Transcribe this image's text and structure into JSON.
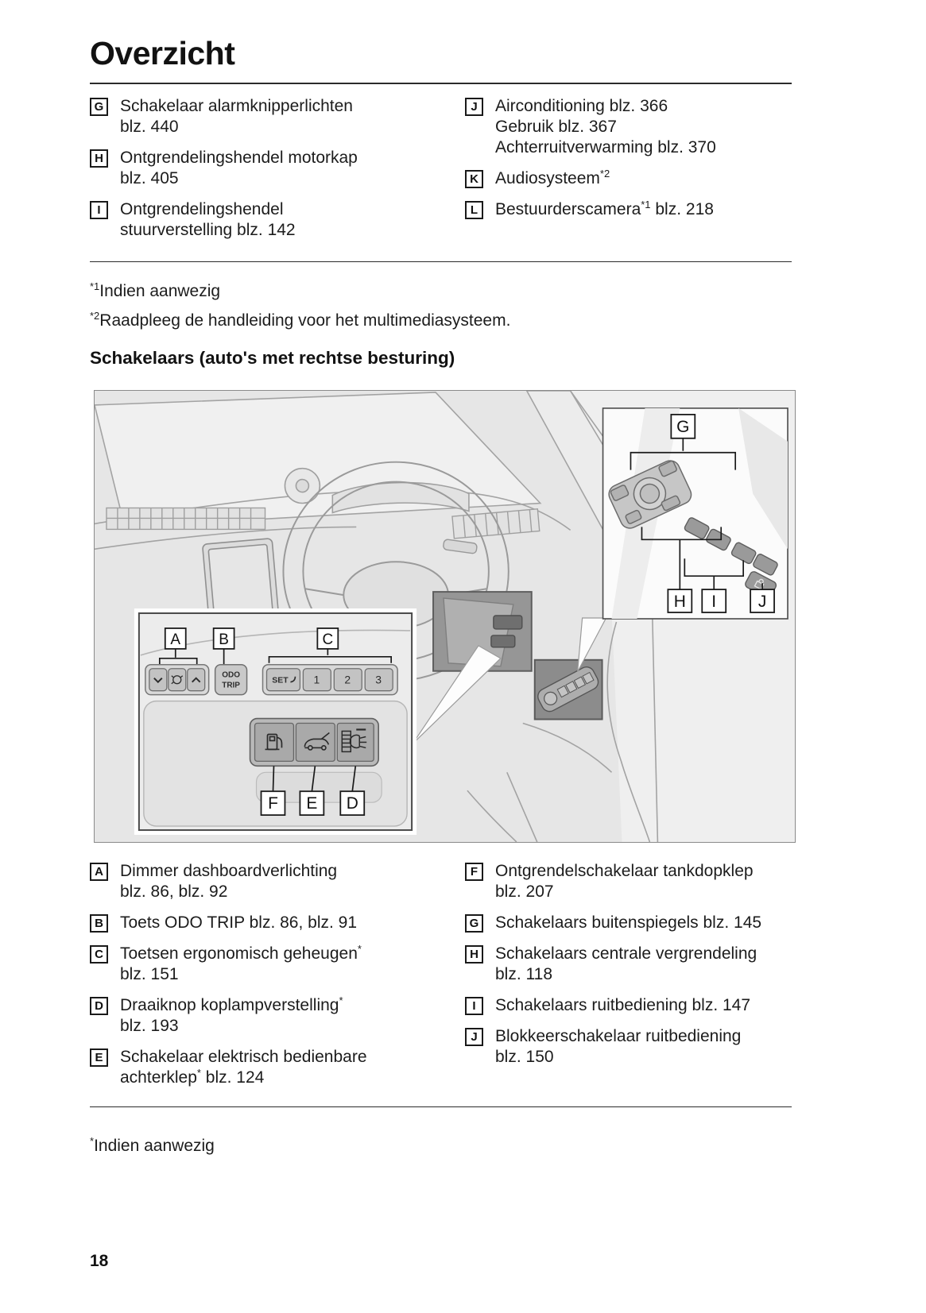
{
  "doc": {
    "title": "Overzicht"
  },
  "section_heading": "Schakelaars (auto's met rechtse besturing)",
  "page_number": "18",
  "footnotes_top": [
    {
      "sup": "*1",
      "text": "Indien aanwezig"
    },
    {
      "sup": "*2",
      "text": "Raadpleeg de handleiding voor het multimediasysteem."
    }
  ],
  "footnote_bottom": {
    "sup": "*",
    "text": "Indien aanwezig"
  },
  "lists": {
    "top_left": [
      {
        "badge": "G",
        "lines": [
          [
            [
              "t",
              "Schakelaar alarmknipperlichten"
            ]
          ],
          [
            [
              "t",
              "blz. 440"
            ]
          ]
        ]
      },
      {
        "badge": "H",
        "lines": [
          [
            [
              "t",
              "Ontgrendelingshendel motorkap"
            ]
          ],
          [
            [
              "t",
              "blz. 405"
            ]
          ]
        ]
      },
      {
        "badge": "I",
        "lines": [
          [
            [
              "t",
              "Ontgrendelingshendel"
            ]
          ],
          [
            [
              "t",
              "stuurverstelling blz. 142"
            ]
          ]
        ]
      }
    ],
    "top_right": [
      {
        "badge": "J",
        "lines": [
          [
            [
              "t",
              "Airconditioning blz. 366"
            ]
          ],
          [
            [
              "t",
              "Gebruik blz. 367"
            ]
          ],
          [
            [
              "t",
              "Achterruitverwarming blz. 370"
            ]
          ]
        ]
      },
      {
        "badge": "K",
        "lines": [
          [
            [
              "t",
              "Audiosysteem"
            ],
            [
              "s",
              "*2"
            ]
          ]
        ]
      },
      {
        "badge": "L",
        "lines": [
          [
            [
              "t",
              "Bestuurderscamera"
            ],
            [
              "s",
              "*1"
            ],
            [
              "t",
              " blz. 218"
            ]
          ]
        ]
      }
    ],
    "bottom_left": [
      {
        "badge": "A",
        "lines": [
          [
            [
              "t",
              "Dimmer dashboardverlichting"
            ]
          ],
          [
            [
              "t",
              "blz. 86, blz. 92"
            ]
          ]
        ]
      },
      {
        "badge": "B",
        "lines": [
          [
            [
              "t",
              "Toets ODO TRIP blz. 86, blz. 91"
            ]
          ]
        ]
      },
      {
        "badge": "C",
        "lines": [
          [
            [
              "t",
              "Toetsen ergonomisch geheugen"
            ],
            [
              "s",
              "*"
            ]
          ],
          [
            [
              "t",
              "blz. 151"
            ]
          ]
        ]
      },
      {
        "badge": "D",
        "lines": [
          [
            [
              "t",
              "Draaiknop koplampverstelling"
            ],
            [
              "s",
              "*"
            ]
          ],
          [
            [
              "t",
              "blz. 193"
            ]
          ]
        ]
      },
      {
        "badge": "E",
        "lines": [
          [
            [
              "t",
              "Schakelaar elektrisch bedienbare"
            ]
          ],
          [
            [
              "t",
              "achterklep"
            ],
            [
              "s",
              "*"
            ],
            [
              "t",
              " blz. 124"
            ]
          ]
        ]
      }
    ],
    "bottom_right": [
      {
        "badge": "F",
        "lines": [
          [
            [
              "t",
              "Ontgrendelschakelaar tankdopklep"
            ]
          ],
          [
            [
              "t",
              "blz. 207"
            ]
          ]
        ]
      },
      {
        "badge": "G",
        "lines": [
          [
            [
              "t",
              "Schakelaars buitenspiegels blz. 145"
            ]
          ]
        ]
      },
      {
        "badge": "H",
        "lines": [
          [
            [
              "t",
              "Schakelaars centrale vergrendeling"
            ]
          ],
          [
            [
              "t",
              "blz. 118"
            ]
          ]
        ]
      },
      {
        "badge": "I",
        "lines": [
          [
            [
              "t",
              "Schakelaars ruitbediening blz. 147"
            ]
          ]
        ]
      },
      {
        "badge": "J",
        "lines": [
          [
            [
              "t",
              "Blokkeerschakelaar ruitbediening"
            ]
          ],
          [
            [
              "t",
              "blz. 150"
            ]
          ]
        ]
      }
    ]
  },
  "illustration": {
    "callouts": {
      "a": "A",
      "b": "B",
      "c": "C",
      "d": "D",
      "e": "E",
      "f": "F",
      "g": "G",
      "h": "H",
      "i": "I",
      "j": "J"
    },
    "buttons": {
      "odo": "ODO",
      "trip": "TRIP",
      "set": "SET",
      "preset1": "1",
      "preset2": "2",
      "preset3": "3"
    },
    "colors": {
      "figure_bg": "#efefef",
      "art_line": "#a3a3a3",
      "highlight_box": "#949494",
      "inset_bg": "#fbfbfb",
      "callout_border": "#1a1a1a"
    }
  }
}
